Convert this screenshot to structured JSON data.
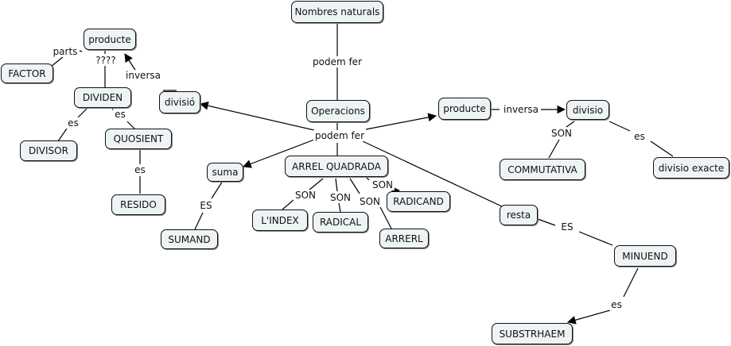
{
  "concepts": {
    "nombres_naturals": "Nombres naturals",
    "operacions": "Operacions",
    "producte_left": "producte",
    "factor": "FACTOR",
    "dividen": "DIVIDEN",
    "divisio_left": "divisió",
    "divisor": "DIVISOR",
    "quosient": "QUOSIENT",
    "resido": "RESIDO",
    "suma": "suma",
    "sumand": "SUMAND",
    "arrel_quadrada": "ARREL QUADRADA",
    "lindex": "L'INDEX",
    "radical": "RADICAL",
    "arrerl": "ARRERL",
    "radicand": "RADICAND",
    "producte_right": "producte",
    "divisio_right": "divisio",
    "commutativa": "COMMUTATIVA",
    "divisio_exacte": "divisio exacte",
    "resta": "resta",
    "minuend": "MINUEND",
    "substrhaem": "SUBSTRHAEM"
  },
  "link_labels": {
    "podem_fer_top": "podem fer",
    "podem_fer_center": "podem fer",
    "parts": "parts",
    "question": "????",
    "inversa_left": "inversa",
    "es_divisor": "es",
    "es_quosient": "es",
    "es_resido": "es",
    "es_sumand": "ES",
    "son_index": "SON",
    "son_radical": "SON",
    "son_arrerl": "SON",
    "son_radicand": "SON",
    "inversa_right": "inversa",
    "son_commutativa": "SON",
    "es_exacte": "es",
    "es_minuend": "ES",
    "es_substrhaem": "es"
  }
}
